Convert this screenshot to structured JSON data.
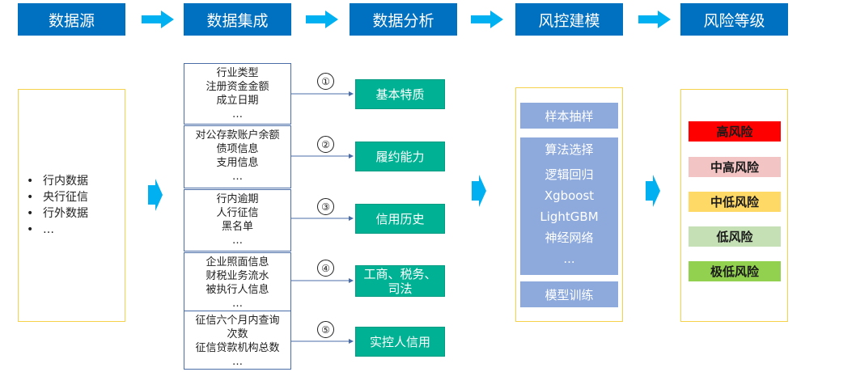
{
  "headers": {
    "source": "数据源",
    "integration": "数据集成",
    "analysis": "数据分析",
    "modeling": "风控建模",
    "risk_level": "风险等级"
  },
  "source_items": [
    "行内数据",
    "央行征信",
    "行外数据",
    "…"
  ],
  "integration_boxes": [
    [
      "行业类型",
      "注册资金金额",
      "成立日期",
      "…"
    ],
    [
      "对公存款账户余额",
      "债项信息",
      "支用信息",
      "…"
    ],
    [
      "行内逾期",
      "人行征信",
      "黑名单",
      "…"
    ],
    [
      "企业照面信息",
      "财税业务流水",
      "被执行人信息",
      "…"
    ],
    [
      "征信六个月内查询",
      "次数",
      "征信贷款机构总数",
      "…"
    ]
  ],
  "markers": [
    "①",
    "②",
    "③",
    "④",
    "⑤"
  ],
  "analysis_items": [
    "基本特质",
    "履约能力",
    "信用历史",
    "工商、税务、司法",
    "实控人信用"
  ],
  "modeling": {
    "sampling": "样本抽样",
    "algo_title": "算法选择",
    "algos": [
      "逻辑回归",
      "Xgboost",
      "LightGBM",
      "神经网络",
      "..."
    ],
    "training": "模型训练"
  },
  "risk_levels": [
    {
      "label": "高风险",
      "color": "#ff0000"
    },
    {
      "label": "中高风险",
      "color": "#f2c4c4"
    },
    {
      "label": "中低风险",
      "color": "#ffd966"
    },
    {
      "label": "低风险",
      "color": "#c5e0b4"
    },
    {
      "label": "极低风险",
      "color": "#92d050"
    }
  ],
  "colors": {
    "header": "#0070c0",
    "arrow": "#00b0f0",
    "teal": "#00b293",
    "model": "#8eaadc",
    "border": "#f5d24a"
  }
}
